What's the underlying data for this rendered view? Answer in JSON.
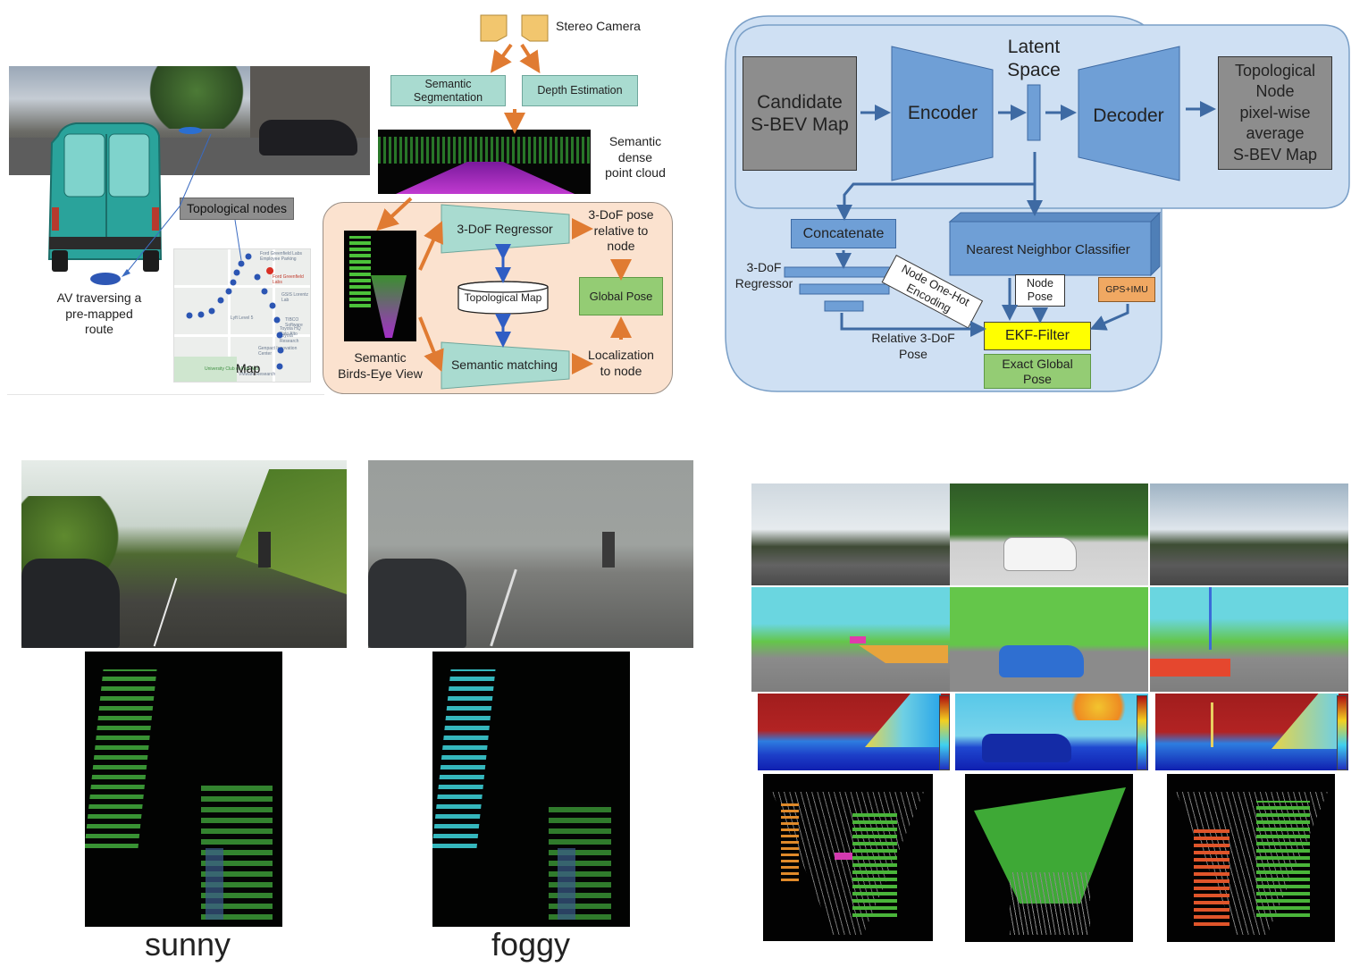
{
  "panel_a": {
    "stereo_camera": "Stereo Camera",
    "semantic_segmentation": "Semantic\nSegmentation",
    "depth_estimation": "Depth Estimation",
    "point_cloud": "Semantic\ndense\npoint cloud",
    "topological_nodes": "Topological nodes",
    "av_caption": "AV traversing a\npre-mapped\nroute",
    "map_label": "Map",
    "bev_label": "Semantic\nBirds-Eye View",
    "regressor": "3-DoF Regressor",
    "topo_map": "Topological Map",
    "semantic_matching": "Semantic matching",
    "pose_relative": "3-DoF pose\nrelative to\nnode",
    "global_pose": "Global Pose",
    "localization": "Localization\nto node",
    "map_text": [
      "Ford Greenfield Labs",
      "Ford Greenfield Labs",
      "GSIS Lorentz Lab",
      "Lyft Level 5",
      "Toyota HQ Palo Alto",
      "Toyota Research",
      "TIBCO Software",
      "Genpact Innovation Center",
      "University Club of Palo Alto",
      "VMware Research",
      "Ford Greenfield Labs Employee Parking"
    ]
  },
  "panel_b": {
    "candidate": "Candidate\nS-BEV Map",
    "encoder": "Encoder",
    "latent": "Latent\nSpace",
    "decoder": "Decoder",
    "topo_node": "Topological\nNode\npixel-wise\naverage\nS-BEV Map",
    "concatenate": "Concatenate",
    "nn_classifier": "Nearest Neighbor Classifier",
    "one_hot": "Node One-Hot\nEncoding",
    "regressor": "3-DoF\nRegressor",
    "node_pose": "Node\nPose",
    "gps_imu": "GPS+IMU",
    "relative_pose": "Relative 3-DoF\nPose",
    "ekf": "EKF-Filter",
    "exact_pose": "Exact Global\nPose"
  },
  "panel_c": {
    "sunny": "sunny",
    "foggy": "foggy"
  },
  "colors": {
    "block_blue": "#6f9fd6",
    "light_blue_bg": "#cfe0f3",
    "teal": "#a9dbd0",
    "green_box": "#94cc74",
    "peach": "#fbe2cf",
    "yellow": "#ffff00",
    "gray": "#8d8d8d",
    "orange_arrow": "#e07b32",
    "dark_blue_arrow": "#2f5dc4"
  }
}
